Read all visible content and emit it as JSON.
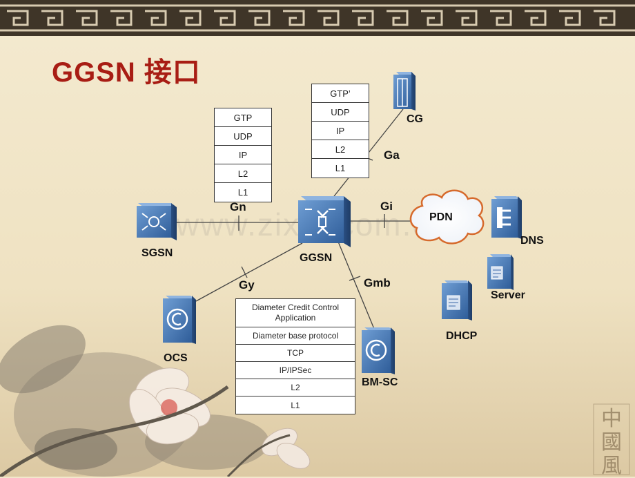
{
  "title": "GGSN 接口",
  "watermark": "www.zixin.com.cn",
  "seal": [
    "中",
    "國",
    "風"
  ],
  "stacks": {
    "gn": [
      "GTP",
      "UDP",
      "IP",
      "L2",
      "L1"
    ],
    "ga": [
      "GTP’",
      "UDP",
      "IP",
      "L2",
      "L1"
    ],
    "gy": [
      "Diameter Credit Control Application",
      "Diameter base protocol",
      "TCP",
      "IP/IPSec",
      "L2",
      "L1"
    ]
  },
  "interfaces": {
    "gn": "Gn",
    "gi": "Gi",
    "ga": "Ga",
    "gy": "Gy",
    "gmb": "Gmb"
  },
  "nodes": {
    "sgsn": "SGSN",
    "ggsn": "GGSN",
    "cg": "CG",
    "pdn": "PDN",
    "dns": "DNS",
    "server": "Server",
    "dhcp": "DHCP",
    "ocs": "OCS",
    "bmsc": "BM-SC"
  },
  "colors": {
    "title": "#a81d14",
    "device_blue": "#3b6aa8",
    "background": "#f2e7cb"
  }
}
